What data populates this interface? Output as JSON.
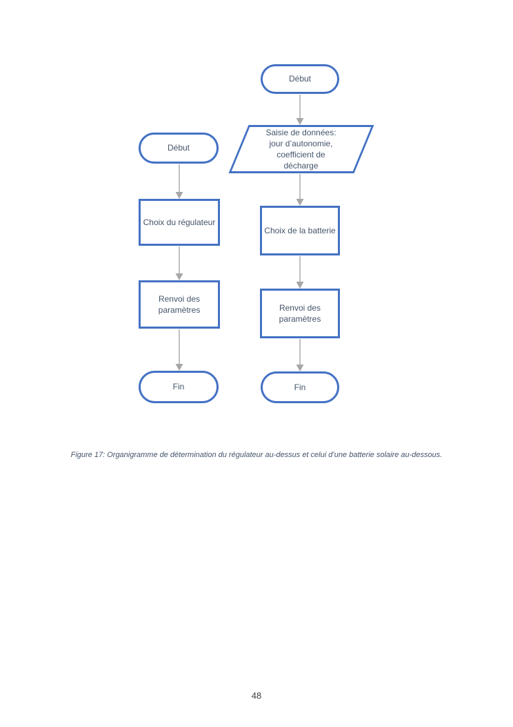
{
  "page": {
    "number": "48"
  },
  "caption": "Figure 17: Organigramme de détermination du régulateur au-dessus et celui d’une batterie solaire au-dessous.",
  "colors": {
    "shape_border": "#4472C4",
    "arrow": "#A6A6A6",
    "shape_text": "#44546A"
  },
  "flowcharts": {
    "regulator": {
      "start": "Début",
      "step1": "Choix du régulateur",
      "step2": "Renvoi des\nparamètres",
      "end": "Fin"
    },
    "battery": {
      "start": "Début",
      "input": "Saisie de données:\njour d’autonomie,\ncoefficient de\ndécharge",
      "step1": "Choix de la batterie",
      "step2": "Renvoi des\nparamètres",
      "end": "Fin"
    }
  }
}
